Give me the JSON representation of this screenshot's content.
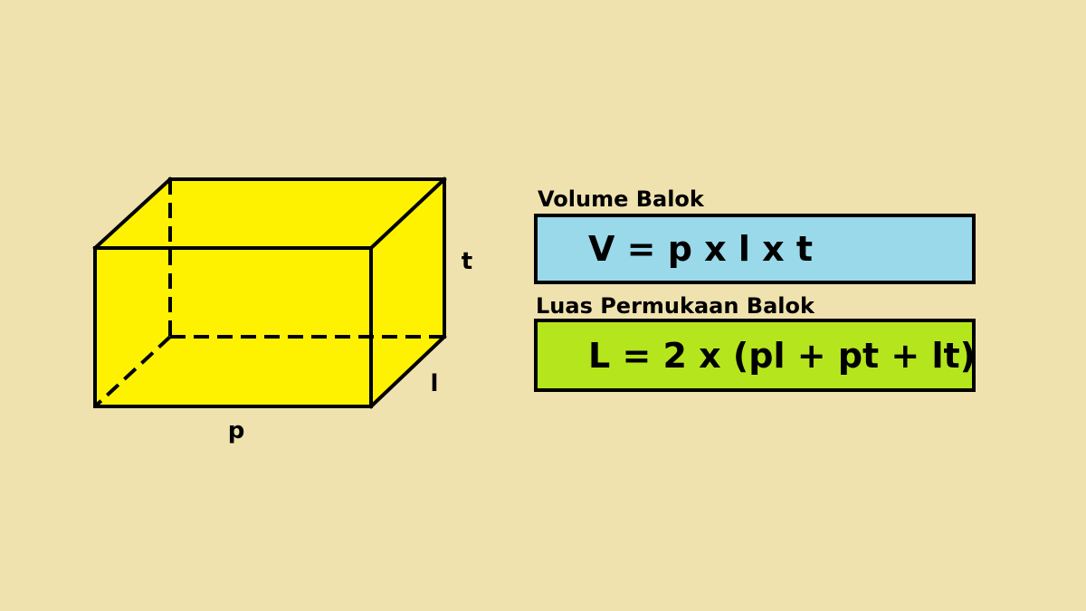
{
  "colors": {
    "background": "#f0e2ae",
    "box_fill": "#fff200",
    "edge": "#000000",
    "volume_box": "#99d9ea",
    "surface_box": "#b5e61d"
  },
  "dimension_labels": {
    "length": "p",
    "width": "l",
    "height": "t"
  },
  "volume": {
    "title": "Volume Balok",
    "formula": "V = p x l x t"
  },
  "surface_area": {
    "title": "Luas Permukaan Balok",
    "formula": "L = 2 x (pl + pt + lt)"
  }
}
